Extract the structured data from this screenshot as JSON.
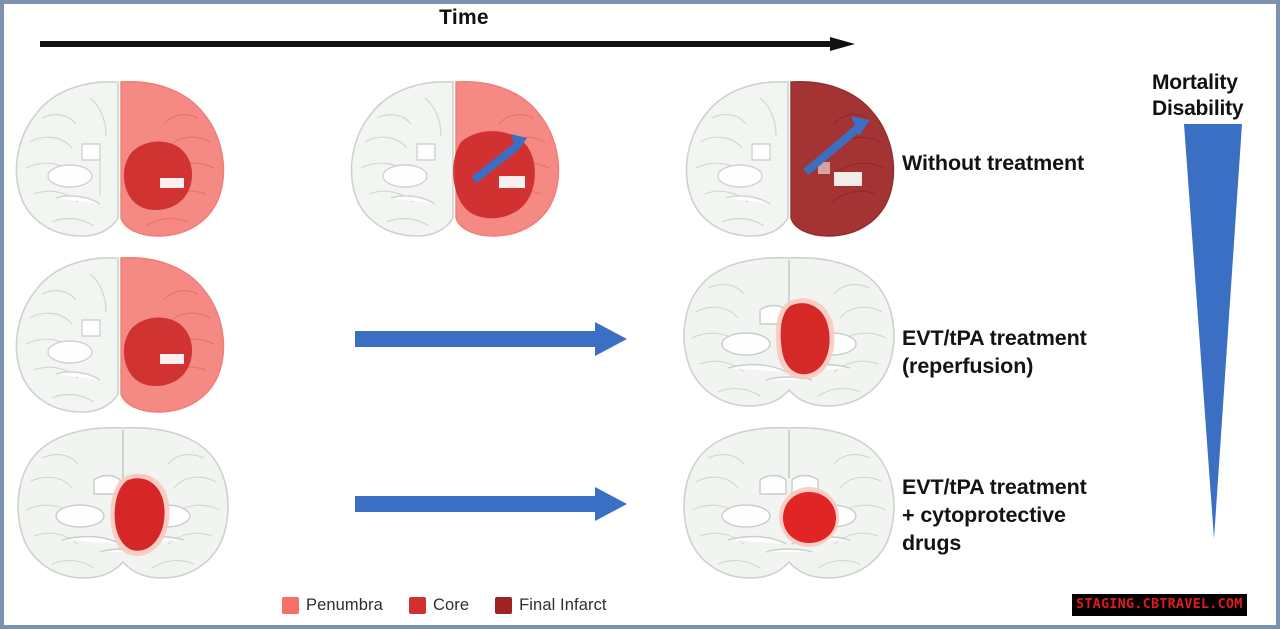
{
  "figure": {
    "time_axis_label": "Time"
  },
  "rows": [
    {
      "id": "without-treatment",
      "label": "Without treatment",
      "label_lines": [
        "Without treatment"
      ],
      "stages": [
        "penumbra + core",
        "penumbra + growing core",
        "final infarct"
      ],
      "has_treatment_arrow": false,
      "progression_arrow_color": "#3a6fc4"
    },
    {
      "id": "evt-tpa",
      "label": "EVT/tPA treatment (reperfusion)",
      "label_lines": [
        "EVT/tPA treatment",
        "(reperfusion)"
      ],
      "stages": [
        "penumbra + core",
        "",
        "core only"
      ],
      "has_treatment_arrow": true
    },
    {
      "id": "evt-tpa-cytoprotective",
      "label": "EVT/tPA treatment + cytoprotective drugs",
      "label_lines": [
        "EVT/tPA treatment",
        "+ cytoprotective",
        "drugs"
      ],
      "stages": [
        "small core",
        "",
        "smaller core"
      ],
      "has_treatment_arrow": true
    }
  ],
  "wedge": {
    "label_lines": [
      "Mortality",
      "Disability"
    ],
    "label": "Mortality Disability",
    "color": "#3a6fc4",
    "direction": "decreasing downward"
  },
  "legend": {
    "items": [
      {
        "label": "Penumbra",
        "color": "#f47068"
      },
      {
        "label": "Core",
        "color": "#d2302f"
      },
      {
        "label": "Final Infarct",
        "color": "#9e2424"
      }
    ]
  },
  "watermark": {
    "text": "STAGING.CBTRAVEL.COM",
    "text_color": "#e01b1b",
    "background_color": "#000000"
  },
  "colors": {
    "penumbra": "#f47068",
    "core": "#d2302f",
    "final_infarct": "#9e2424",
    "arrow_blue": "#3a6fc4",
    "brain_outline": "#c9cfc9",
    "brain_fill": "#f2f4f1",
    "frame": "#7e90b0",
    "time_arrow": "#111111"
  }
}
